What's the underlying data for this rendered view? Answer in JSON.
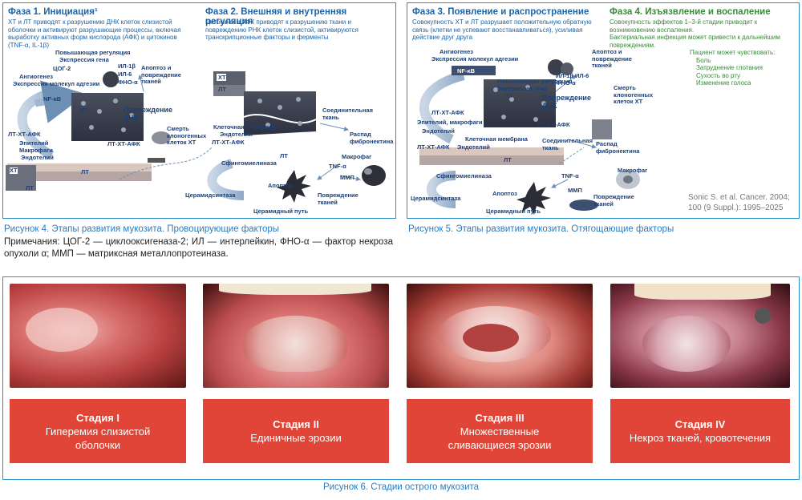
{
  "fig4": {
    "phase1": {
      "title": "Фаза 1.  Инициация¹",
      "desc": "ХТ и ЛТ приводят к разрушению ДНК клеток слизистой оболочки и активируют разрушающие процессы, включая выработку активных форм кислорода (АФК) и цитокинов (TNF-α, IL-1β)"
    },
    "phase2": {
      "title": "Фаза 2.  Внешняя и внутренняя регуляция",
      "desc": "Цитокины и АФК приводят к разрушению ткани и повреждению РНК клеток слизистой, активируются транскрипционные факторы и ферменты"
    },
    "labels": {
      "upregulation": "Повышающая регуляция",
      "gene_expr": "Экспрессия гена",
      "cox2": "ЦОГ-2",
      "angiogenesis": "Ангиогенез",
      "adhesion": "Экспрессия молекул адгезии",
      "nfkb": "NF-κB",
      "il1b": "ИЛ-1β",
      "il6": "ИЛ-6",
      "tnf": "ФНО-α",
      "apoptosis_damage": "Апоптоз и повреждение тканей",
      "xt": "ХТ",
      "dna_damage": "Повреждение ДНК",
      "lt_xt_afk": "ЛТ-ХТ-АФК",
      "epithelium": "Эпителий",
      "macrophages": "Макрофаги",
      "endothelium": "Эндотелий",
      "lt": "ЛТ",
      "death_clone": "Смерть клоногенных клеток ХТ",
      "cell_membrane": "Клеточная мембрана",
      "connective": "Соединительная ткань",
      "sphingomyelinase": "Сфингомиелиназа",
      "fibronectin": "Распад фибронектина",
      "macrophage": "Макрофаг",
      "tnf_a": "TNF-α",
      "apoptosis": "Апоптоз",
      "mmp": "ММП",
      "tissue_damage": "Повреждение тканей",
      "ceramide_synthase": "Церамидсинтаза",
      "ceramide_path": "Церамидный путь"
    },
    "caption": "Рисунок 4.  Этапы развития мукозита. Провоцирующие факторы",
    "note": "Примечания: ЦОГ-2 — циклооксигеназа-2; ИЛ — интерлейкин, ФНО-α — фактор некроза опухоли α; ММП — матриксная металлопротеиназа."
  },
  "fig5": {
    "phase3": {
      "title": "Фаза 3. Появление и распространение",
      "desc": "Совокупность ХТ и ЛТ разрушает положительную обратную связь (клетки не успевают восстанавливаться), усиливая действие друг друга"
    },
    "phase4": {
      "title": "Фаза 4. Изъязвление и воспаление",
      "desc": "Совокупность эффектов 1–3-й стадии приводит к возникновению воспаления.",
      "desc2": "Бактериальная инфекция может привести к дальнейшим повреждениям."
    },
    "patient": {
      "heading": "Пациент может чувствовать:",
      "items": [
        "Боль",
        "Затруднение глотания",
        "Сухость во рту",
        "Изменение голоса"
      ]
    },
    "labels": {
      "angiogenesis": "Ангиогенез",
      "adhesion": "Экспрессия молекул адгезии",
      "nfkb": "NF-κB",
      "upregulation": "Повышающая регуляция",
      "gene_expr": "Экспрессия гена",
      "cytokines": "ИЛ-1β ИЛ-6 ФНО-α",
      "apoptosis_damage": "Апоптоз и повреждение тканей",
      "xt": "ХТ",
      "dna_damage": "Повреждение ДНК",
      "death_clone": "Смерть клоногенных клеток ХТ",
      "lt_xt_afk": "ЛТ-ХТ-АФК",
      "epith_macro": "Эпителий, макрофаги",
      "endothelium": "Эндотелий",
      "cell_membrane": "Клеточная мембрана",
      "endothelium2": "Эндотелий",
      "connective": "Соединительная ткань",
      "fibronectin": "Распад фибронектина",
      "sphingomyelinase": "Сфингомиелиназа",
      "macrophage": "Макрофаг",
      "tnf_a": "TNF-α",
      "apoptosis": "Апоптоз",
      "mmp": "ММП",
      "tissue_damage": "Повреждение тканей",
      "ceramide_synthase": "Церамидсинтаза",
      "ceramide_path": "Церамидный путь",
      "lt": "ЛТ"
    },
    "source": "Sonic S. et al. Cancer. 2004; 100 (9 Suppl.): 1995–2025",
    "caption": "Рисунок 5.  Этапы развития мукозита. Отягощающие факторы"
  },
  "fig6": {
    "stages": [
      {
        "title": "Стадия I",
        "desc": "Гиперемия слизистой оболочки"
      },
      {
        "title": "Стадия II",
        "desc": "Единичные эрозии"
      },
      {
        "title": "Стадия III",
        "desc": "Множественные сливающиеся эрозии"
      },
      {
        "title": "Стадия IV",
        "desc": "Некроз тканей, кровотечения"
      }
    ],
    "caption": "Рисунок 6.  Стадии острого мукозита"
  }
}
